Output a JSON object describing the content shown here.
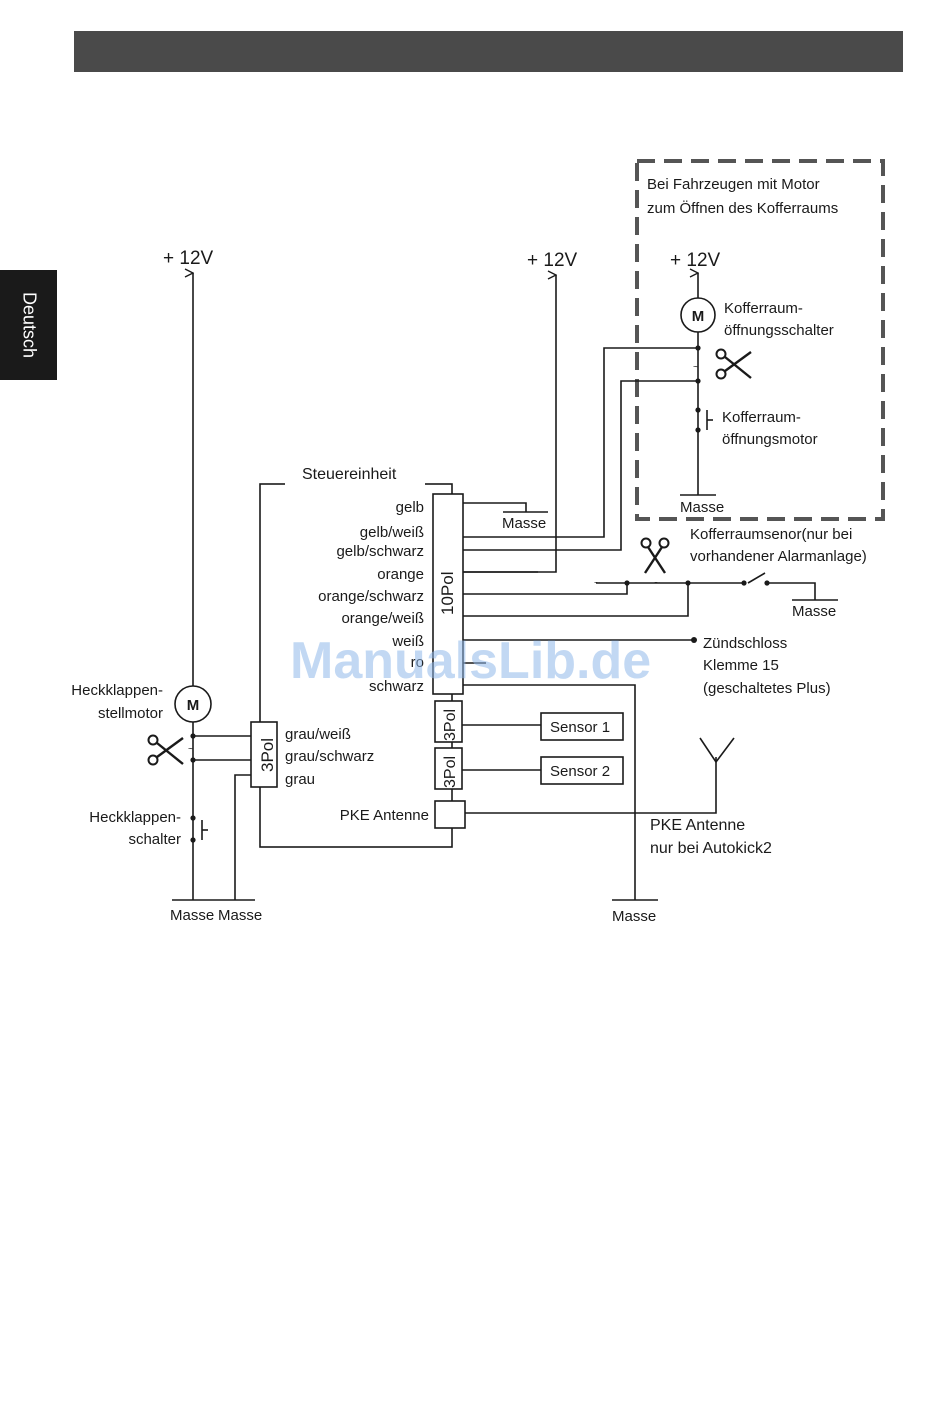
{
  "sidebar": {
    "language_tab": "Deutsch"
  },
  "diagram": {
    "voltage_left": "+ 12V",
    "voltage_mid": "+ 12V",
    "voltage_right": "+ 12V",
    "optional_box": {
      "title_line1": "Bei Fahrzeugen mit Motor",
      "title_line2": "zum Öffnen des Kofferraums"
    },
    "trunk_switch": {
      "line1": "Kofferraum-",
      "line2": "öffnungsschalter"
    },
    "trunk_motor": {
      "line1": "Kofferraum-",
      "line2": "öffnungsmotor"
    },
    "masse": "Masse",
    "motor_symbol": "M",
    "control_unit": "Steuereinheit",
    "connector_10": "10Pol",
    "connector_3": "3Pol",
    "pins_10": [
      "gelb",
      "gelb/weiß",
      "gelb/schwarz",
      "orange",
      "orange/schwarz",
      "orange/weiß",
      "weiß",
      "ro",
      "schwarz"
    ],
    "pins_3": [
      "grau/weiß",
      "grau/schwarz",
      "grau"
    ],
    "sensor1": "Sensor 1",
    "sensor2": "Sensor 2",
    "pke": "PKE Antenne",
    "pke_note": {
      "line1": "PKE Antenne",
      "line2": "nur bei Autokick2"
    },
    "trunk_sensor": {
      "line1": "Kofferraumsenor(nur bei",
      "line2": "vorhandener Alarmanlage)"
    },
    "ignition": {
      "line1": "Zündschloss",
      "line2": "Klemme 15",
      "line3": "(geschaltetes Plus)"
    },
    "tailgate_motor": {
      "line1": "Heckklappen-",
      "line2": "stellmotor"
    },
    "tailgate_switch": {
      "line1": "Heckklappen-",
      "line2": "schalter"
    },
    "watermark": "ManualsLib.de"
  }
}
